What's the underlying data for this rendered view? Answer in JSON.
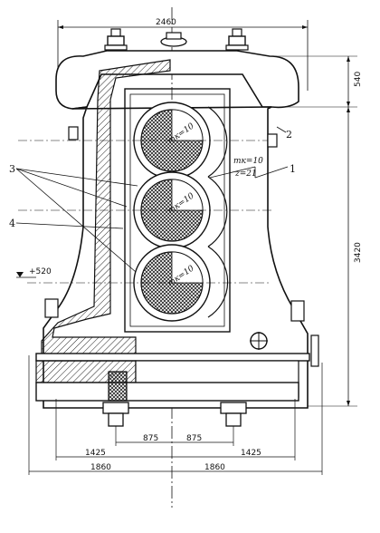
{
  "drawing": {
    "dimensions": {
      "overall_width": "2460",
      "top_height": "540",
      "body_height": "3420",
      "side_level": "+520",
      "inner_left": "875",
      "inner_right": "875",
      "mid_left": "1425",
      "mid_right": "1425",
      "half_left": "1860",
      "half_right": "1860"
    },
    "callouts": [
      "1",
      "2",
      "3",
      "4"
    ],
    "gear_note": {
      "module": "mк=10",
      "teeth": "z=21"
    },
    "gear_marks": [
      "mк=10",
      "mк=10",
      "mк=10"
    ]
  }
}
